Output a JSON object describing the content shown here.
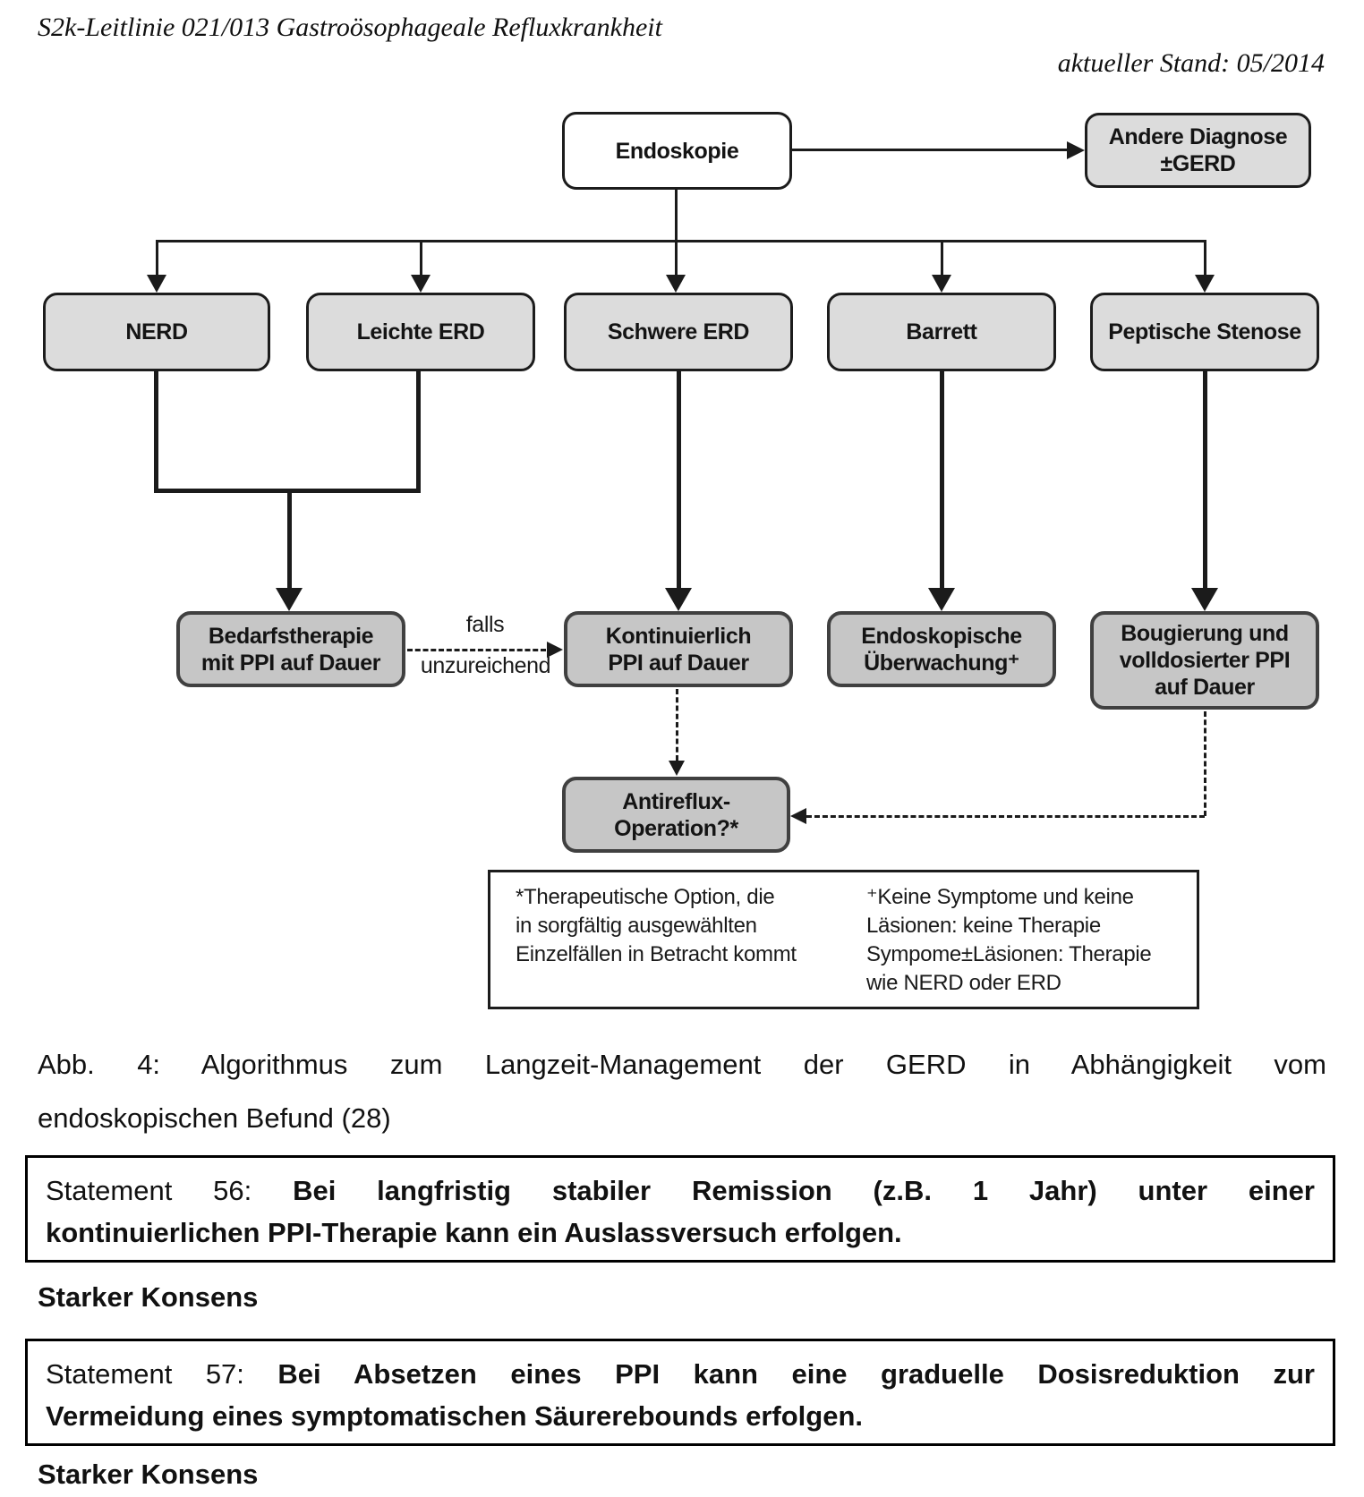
{
  "header": {
    "title": "S2k-Leitlinie 021/013 Gastroösophageale Refluxkrankheit",
    "status": "aktueller Stand: 05/2014"
  },
  "diagram": {
    "nodes": {
      "endoskopie": {
        "label": "Endoskopie"
      },
      "andere_diagnose": {
        "label": "Andere Diagnose\n±GERD"
      },
      "nerd": {
        "label": "NERD"
      },
      "leichte_erd": {
        "label": "Leichte ERD"
      },
      "schwere_erd": {
        "label": "Schwere ERD"
      },
      "barrett": {
        "label": "Barrett"
      },
      "peptische_stenose": {
        "label": "Peptische Stenose"
      },
      "bedarfstherapie": {
        "label": "Bedarfstherapie\nmit PPI auf Dauer"
      },
      "kontinuierlich": {
        "label": "Kontinuierlich\nPPI auf Dauer"
      },
      "endoskopische_ueberwachung": {
        "label": "Endoskopische\nÜberwachung⁺"
      },
      "bougierung": {
        "label": "Bougierung und\nvolldosierter PPI\nauf Dauer"
      },
      "antireflux": {
        "label": "Antireflux-\nOperation?*"
      }
    },
    "edge_label": {
      "line1": "falls",
      "line2": "unzureichend"
    },
    "footnotes": {
      "left": "*Therapeutische Option, die\nin sorgfältig ausgewählten\nEinzelfällen in Betracht kommt",
      "right": "⁺Keine Symptome und keine\nLäsionen: keine Therapie\nSympome±Läsionen: Therapie\nwie NERD oder ERD"
    },
    "colors": {
      "node_fill_light": "#dcdcdc",
      "node_fill_action": "#c6c6c6",
      "node_fill_white": "#ffffff",
      "line": "#1b1b1b"
    }
  },
  "caption": {
    "line1": "Abb. 4: Algorithmus zum Langzeit-Management der GERD in Abhängigkeit vom",
    "line2": "endoskopischen Befund (28)"
  },
  "statements": [
    {
      "prefix": "Statement 56: ",
      "bold_line1": "Bei langfristig stabiler Remission (z.B. 1 Jahr) unter einer",
      "bold_line2": "kontinuierlichen PPI-Therapie kann ein Auslassversuch erfolgen.",
      "consensus": "Starker Konsens"
    },
    {
      "prefix": "Statement 57: ",
      "bold_line1": "Bei Absetzen eines PPI kann eine graduelle Dosisreduktion zur",
      "bold_line2": "Vermeidung eines symptomatischen Säurerebounds erfolgen.",
      "consensus": "Starker Konsens"
    }
  ]
}
